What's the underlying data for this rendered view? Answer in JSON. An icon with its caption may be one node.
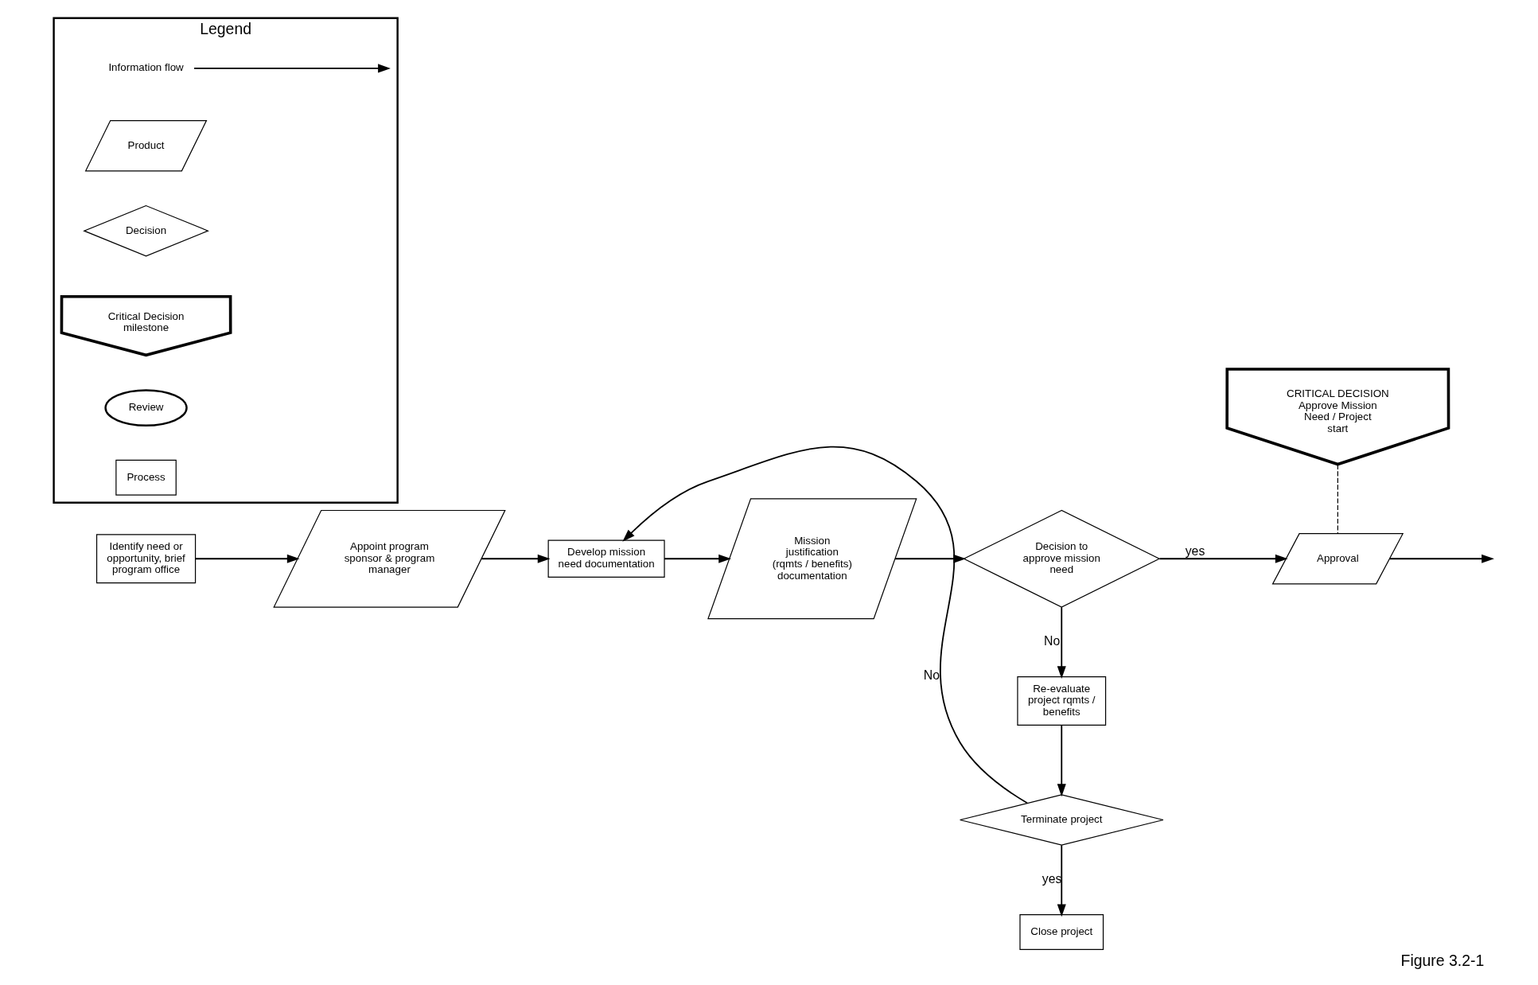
{
  "diagram": {
    "caption": "Figure 3.2-1",
    "nodes": [
      {
        "text": [
          "Identify need or opportunity, brief program office"
        ]
      },
      {
        "text": [
          "Appoint program sponsor & program manager"
        ]
      },
      {
        "text": [
          "Develop mission need documentation"
        ]
      },
      {
        "text": [
          "Mission justification (rqmts / benefits) documentation"
        ]
      },
      {
        "text": [
          "Decision to approve mission need"
        ]
      },
      {
        "text": [
          "Approval"
        ]
      },
      {
        "text": [
          "Re-evaluate project rqmts / benefits"
        ]
      },
      {
        "text": [
          "Terminate project"
        ]
      },
      {
        "text": [
          "Close project"
        ]
      },
      {
        "text": [
          "CRITICAL DECISION Approve Mission Need / Project start"
        ]
      },
      {
        "text": [
          "Legend"
        ]
      },
      {
        "text": [
          "Product"
        ],
        "in": 10
      },
      {
        "text": [
          "Decision"
        ],
        "in": 10
      },
      {
        "text": [
          "Critical Decision milestone"
        ],
        "in": 10
      },
      {
        "text": [
          "Review"
        ],
        "in": 10
      },
      {
        "text": [
          "Process"
        ],
        "in": 10
      }
    ],
    "edges": [
      {
        "from": 0,
        "to": 1,
        "arrow": "to"
      },
      {
        "from": 1,
        "to": 2,
        "arrow": "to"
      },
      {
        "from": 2,
        "to": 3,
        "arrow": "to"
      },
      {
        "from": 3,
        "to": 4,
        "arrow": "to"
      },
      {
        "from": 4,
        "to": 5,
        "arrow": "to",
        "label": "yes"
      },
      {
        "from": 4,
        "to": 6,
        "arrow": "to",
        "label": "No"
      },
      {
        "from": 6,
        "to": 7,
        "arrow": "to"
      },
      {
        "from": 7,
        "to": 8,
        "arrow": "to",
        "label": "yes"
      },
      {
        "from": 7,
        "to": 2,
        "arrow": "to",
        "label": "No"
      },
      {
        "from": 5,
        "to": null,
        "arrow": "to"
      },
      {
        "from": 9,
        "to": 5,
        "arrow": "none",
        "style": "dashed"
      }
    ],
    "legend": [
      {
        "text": "Information flow"
      }
    ]
  }
}
